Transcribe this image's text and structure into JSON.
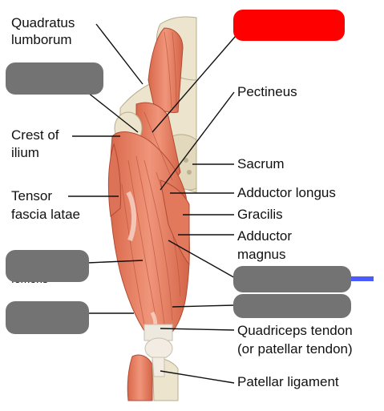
{
  "labels": {
    "quadratus_lumborum_1": "Quadratus",
    "quadratus_lumborum_2": "lumborum",
    "crest_of_ilium_1": "Crest of",
    "crest_of_ilium_2": "ilium",
    "tensor_fascia_latae_1": "Tensor",
    "tensor_fascia_latae_2": "fascia latae",
    "pectineus": "Pectineus",
    "sacrum": "Sacrum",
    "adductor_longus": "Adductor longus",
    "gracilis": "Gracilis",
    "adductor_magnus_1": "Adductor",
    "adductor_magnus_2": "magnus",
    "quadriceps_tendon_1": "Quadriceps tendon",
    "quadriceps_tendon_2": "(or patellar tendon)",
    "patellar_ligament": "Patellar ligament",
    "partial_hidden": "femoris"
  },
  "colors": {
    "muscle": "#e8876a",
    "muscle_dark": "#c8583f",
    "bone": "#ece4cc",
    "mask_gray": "#737373",
    "mask_red": "#ff0000",
    "pointer_blue": "#4a5cff"
  }
}
